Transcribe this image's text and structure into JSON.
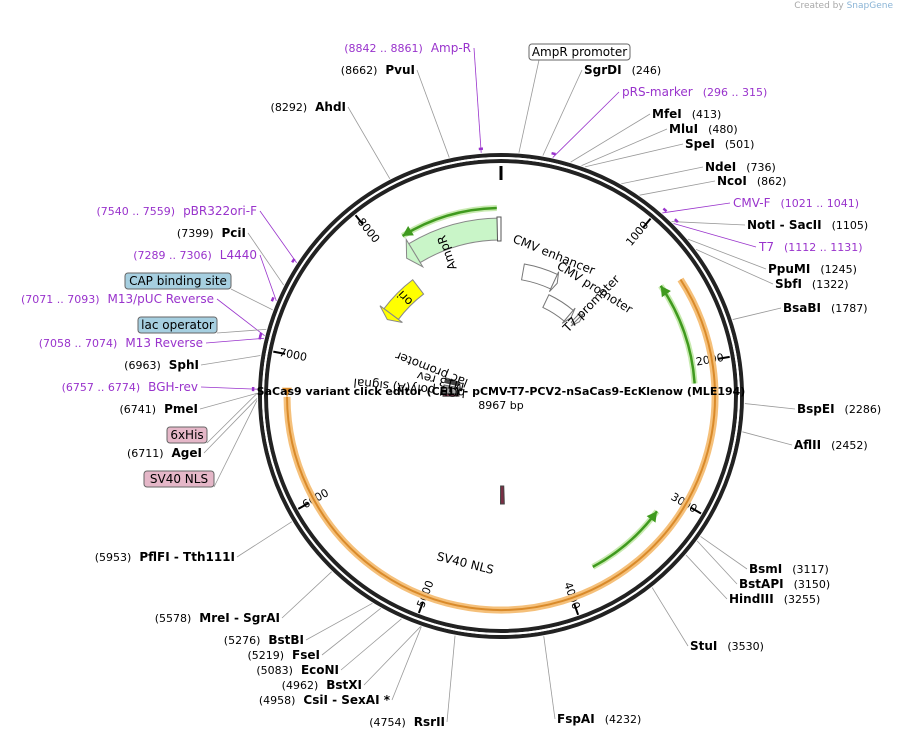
{
  "credit": {
    "prefix": "Created by",
    "brand": "SnapGene"
  },
  "map": {
    "title": "SaCas9 variant click editor (CE1) - pCMV-T7-PCV2-nSaCas9-EcKlenow (MLE194)",
    "size_label": "8967 bp",
    "total_bp": 8967
  },
  "ticks": [
    {
      "bp": 1000,
      "label": "1000"
    },
    {
      "bp": 2000,
      "label": "2000"
    },
    {
      "bp": 3000,
      "label": "3000"
    },
    {
      "bp": 4000,
      "label": "4000"
    },
    {
      "bp": 5000,
      "label": "5000"
    },
    {
      "bp": 6000,
      "label": "6000"
    },
    {
      "bp": 7000,
      "label": "7000"
    },
    {
      "bp": 8000,
      "label": "8000"
    }
  ],
  "enzymes_right": [
    {
      "name": "SgrDI",
      "pos": "(246)",
      "bp": 246
    },
    {
      "name": "MfeI",
      "pos": "(413)",
      "bp": 413
    },
    {
      "name": "MluI",
      "pos": "(480)",
      "bp": 480
    },
    {
      "name": "SpeI",
      "pos": "(501)",
      "bp": 501
    },
    {
      "name": "NdeI",
      "pos": "(736)",
      "bp": 736
    },
    {
      "name": "NcoI",
      "pos": "(862)",
      "bp": 862
    },
    {
      "name": "NotI  -  SacII",
      "pos": "(1105)",
      "bp": 1105
    },
    {
      "name": "PpuMI",
      "pos": "(1245)",
      "bp": 1245
    },
    {
      "name": "SbfI",
      "pos": "(1322)",
      "bp": 1322
    },
    {
      "name": "BsaBI",
      "pos": "(1787)",
      "bp": 1787
    },
    {
      "name": "BspEI",
      "pos": "(2286)",
      "bp": 2286
    },
    {
      "name": "AflII",
      "pos": "(2452)",
      "bp": 2452
    },
    {
      "name": "BsmI",
      "pos": "(3117)",
      "bp": 3117
    },
    {
      "name": "BstAPI",
      "pos": "(3150)",
      "bp": 3150
    },
    {
      "name": "HindIII",
      "pos": "(3255)",
      "bp": 3255
    },
    {
      "name": "StuI",
      "pos": "(3530)",
      "bp": 3530
    },
    {
      "name": "FspAI",
      "pos": "(4232)",
      "bp": 4232
    }
  ],
  "enzymes_left": [
    {
      "name": "PvuI",
      "pos": "(8662)",
      "bp": 8662
    },
    {
      "name": "AhdI",
      "pos": "(8292)",
      "bp": 8292
    },
    {
      "name": "PciI",
      "pos": "(7399)",
      "bp": 7399
    },
    {
      "name": "SphI",
      "pos": "(6963)",
      "bp": 6963
    },
    {
      "name": "PmeI",
      "pos": "(6741)",
      "bp": 6741
    },
    {
      "name": "AgeI",
      "pos": "(6711)",
      "bp": 6711
    },
    {
      "name": "PflFI  -  Tth111I",
      "pos": "(5953)",
      "bp": 5953
    },
    {
      "name": "MreI  -  SgrAI",
      "pos": "(5578)",
      "bp": 5578
    },
    {
      "name": "BstBI",
      "pos": "(5276)",
      "bp": 5276
    },
    {
      "name": "FseI",
      "pos": "(5219)",
      "bp": 5219
    },
    {
      "name": "EcoNI",
      "pos": "(5083)",
      "bp": 5083
    },
    {
      "name": "BstXI",
      "pos": "(4962)",
      "bp": 4962
    },
    {
      "name": "CsiI  -  SexAI *",
      "pos": "(4958)",
      "bp": 4958
    },
    {
      "name": "RsrII",
      "pos": "(4754)",
      "bp": 4754
    }
  ],
  "primers": [
    {
      "name": "Amp-R",
      "pos": "(8842 .. 8861)",
      "bp": 8851
    },
    {
      "name": "pRS-marker",
      "pos": "(296 .. 315)",
      "bp": 305
    },
    {
      "name": "CMV-F",
      "pos": "(1021 .. 1041)",
      "bp": 1031
    },
    {
      "name": "T7",
      "pos": "(1112 .. 1131)",
      "bp": 1121
    },
    {
      "name": "pBR322ori-F",
      "pos": "(7540 .. 7559)",
      "bp": 7550
    },
    {
      "name": "L4440",
      "pos": "(7289 .. 7306)",
      "bp": 7297
    },
    {
      "name": "M13/pUC Reverse",
      "pos": "(7071 .. 7093)",
      "bp": 7082
    },
    {
      "name": "M13 Reverse",
      "pos": "(7058 .. 7074)",
      "bp": 7066
    },
    {
      "name": "BGH-rev",
      "pos": "(6757 .. 6774)",
      "bp": 6765
    }
  ],
  "boxed_features": [
    {
      "name": "AmpR promoter",
      "bp": 105,
      "fill": "#ffffff"
    },
    {
      "name": "CAP binding site",
      "bp": 7240,
      "fill": "#a6cfe0"
    },
    {
      "name": "lac operator",
      "bp": 7120,
      "fill": "#a6cfe0"
    },
    {
      "name": "6xHis",
      "bp": 6740,
      "fill": "#e5b7c8"
    },
    {
      "name": "SV40 NLS",
      "bp": 6700,
      "fill": "#e5b7c8"
    }
  ],
  "inner_labels": {
    "ampr": "AmpR",
    "ori": "ori",
    "cmv_enhancer": "CMV enhancer",
    "cmv_promoter": "CMV promoter",
    "t7_promoter": "T7 promoter",
    "lac_promoter": "lac promoter",
    "m13_rev": "M13 rev",
    "bgh": "bGH poly(A) signal",
    "sv40_nls": "SV40 NLS"
  },
  "colors": {
    "backbone": "#222222",
    "orf": "#f5c07a",
    "orf_inner": "#d98a2a",
    "green_arrow": "#3f9a1e",
    "green_glow": "#c8eab0",
    "ampr_fill": "#c9f5c8",
    "ori_fill": "#ffff00",
    "primer": "#9933cc",
    "nls": "#7a2f45",
    "bgh": "#a6a6a6"
  }
}
